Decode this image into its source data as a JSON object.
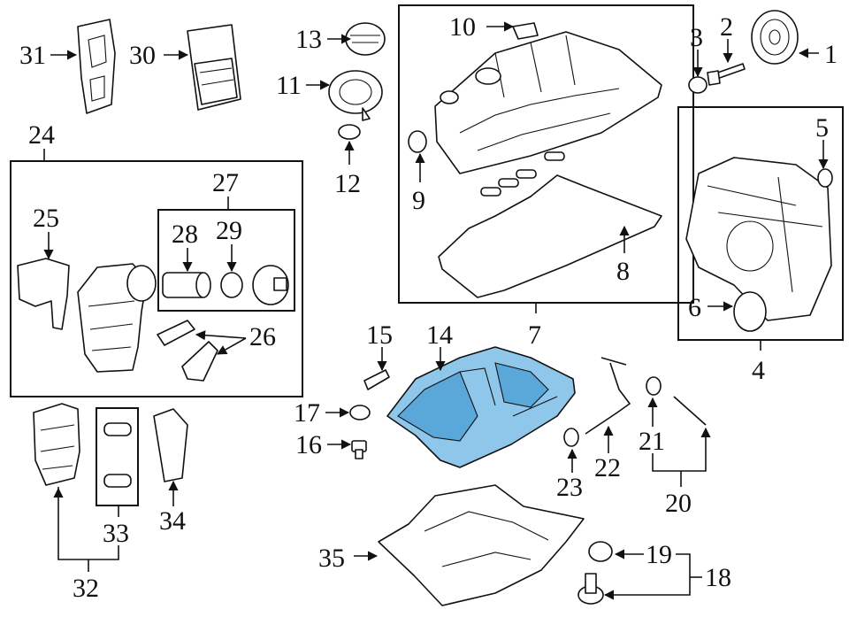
{
  "callouts": {
    "c1": "1",
    "c2": "2",
    "c3": "3",
    "c4": "4",
    "c5": "5",
    "c6": "6",
    "c7": "7",
    "c8": "8",
    "c9": "9",
    "c10": "10",
    "c11": "11",
    "c12": "12",
    "c13": "13",
    "c14": "14",
    "c15": "15",
    "c16": "16",
    "c17": "17",
    "c18": "18",
    "c19": "19",
    "c20": "20",
    "c21": "21",
    "c22": "22",
    "c23": "23",
    "c24": "24",
    "c25": "25",
    "c26": "26",
    "c27": "27",
    "c28": "28",
    "c29": "29",
    "c30": "30",
    "c31": "31",
    "c32": "32",
    "c33": "33",
    "c34": "34",
    "c35": "35"
  },
  "highlighted_part": "14",
  "colors": {
    "highlight": "#8fc7ea",
    "highlight_shade": "#5aa8da",
    "line": "#111111"
  }
}
